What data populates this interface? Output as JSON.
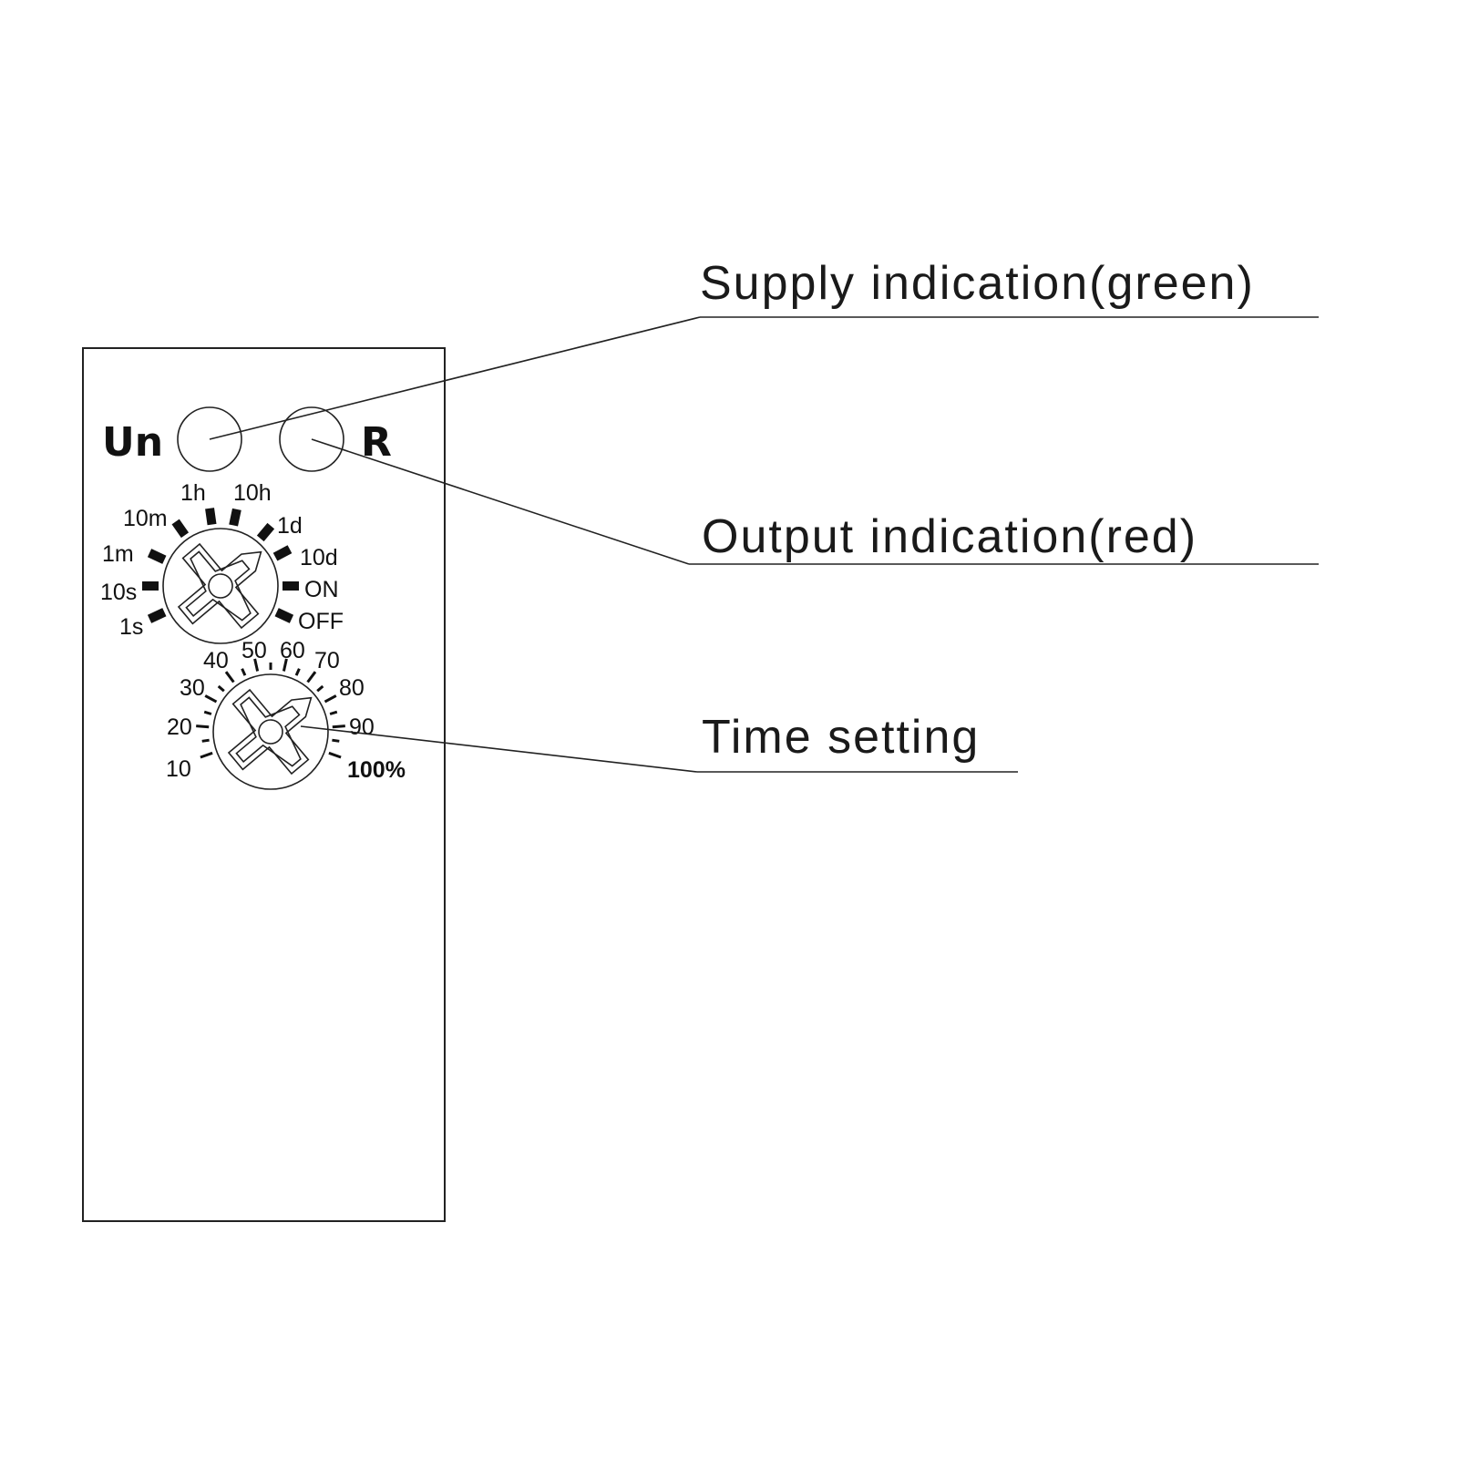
{
  "device": {
    "led_supply_label": "Un",
    "led_output_label": "R"
  },
  "range_dial": {
    "labels": [
      "1s",
      "10s",
      "1m",
      "10m",
      "1h",
      "10h",
      "1d",
      "10d",
      "ON",
      "OFF"
    ]
  },
  "time_dial": {
    "labels": [
      "10",
      "20",
      "30",
      "40",
      "50",
      "60",
      "70",
      "80",
      "90",
      "100%"
    ]
  },
  "callouts": {
    "supply": "Supply indication(green)",
    "output": "Output indication(red)",
    "time": "Time setting"
  },
  "colors": {
    "line": "#222222",
    "text": "#1a1a1a"
  }
}
